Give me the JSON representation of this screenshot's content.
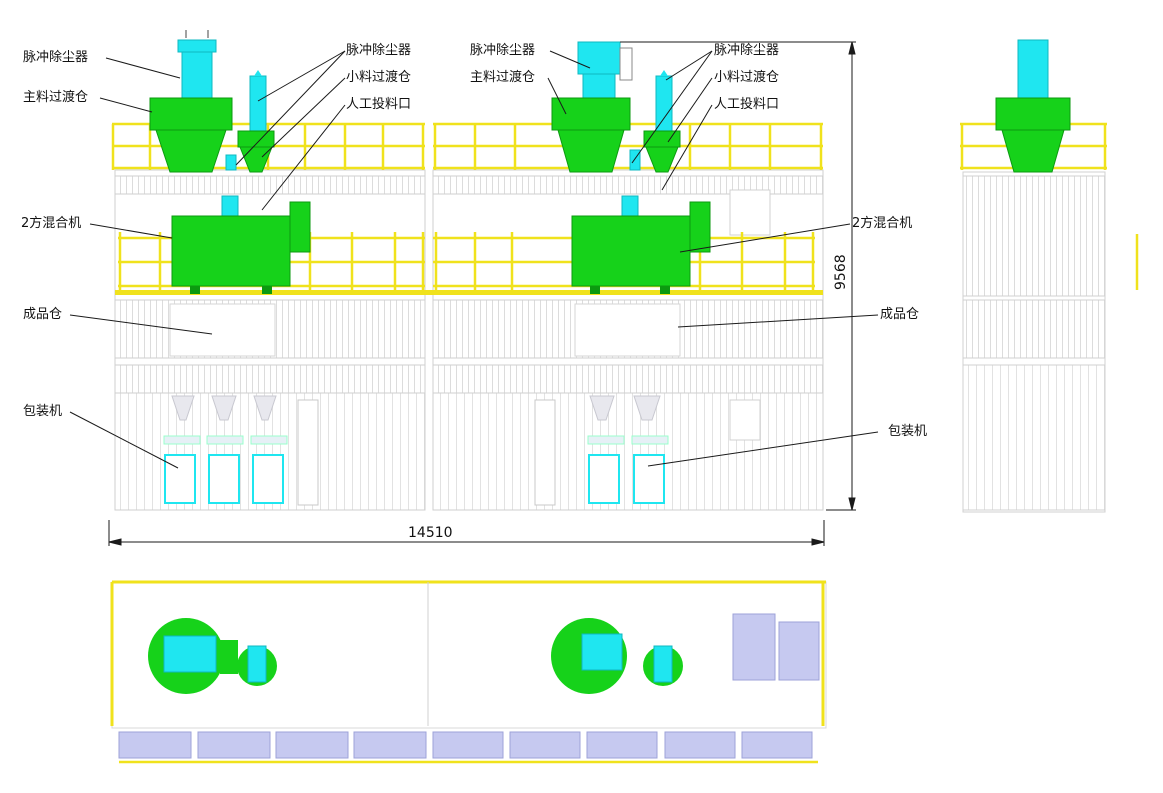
{
  "labels": {
    "left": {
      "dust_collector": "脉冲除尘器",
      "main_bin": "主料过渡仓",
      "mixer": "2方混合机",
      "product_bin": "成品仓",
      "packer": "包装机"
    },
    "middle": {
      "dust_collector": "脉冲除尘器",
      "small_bin": "小料过渡仓",
      "feed_port": "人工投料口",
      "dust_collector_2": "脉冲除尘器",
      "main_bin": "主料过渡仓"
    },
    "right": {
      "dust_collector": "脉冲除尘器",
      "small_bin": "小料过渡仓",
      "feed_port": "人工投料口",
      "mixer": "2方混合机",
      "product_bin": "成品仓",
      "packer": "包装机"
    }
  },
  "dimensions": {
    "width": "14510",
    "height": "9568"
  },
  "colors": {
    "equipment_green": "#16d21a",
    "equipment_cyan": "#1fe6f0",
    "rail_yellow": "#f0e21c",
    "frame_grey": "#d0d0d0",
    "panel_lavender": "#c6c9f0",
    "line_dark": "#1a1a1a"
  }
}
